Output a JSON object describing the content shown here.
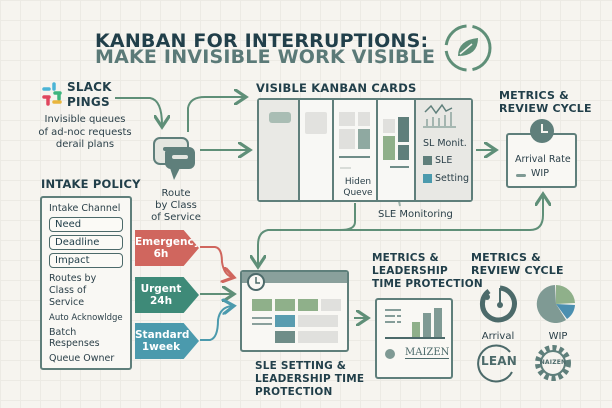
{
  "title": {
    "line1": "KANBAN FOR INTERRUPTIONS:",
    "line2": "MAKE INVISIBLE WORK VISIBLE"
  },
  "slack": {
    "title_line1": "SLACK",
    "title_line2": "PINGS",
    "desc": [
      "Invisible queues",
      "of ad-noc requests",
      "derail plans"
    ]
  },
  "route": {
    "lines": [
      "Route",
      "by Class",
      "of Service"
    ]
  },
  "kanban": {
    "title": "VISIBLE KANBAN CARDS",
    "hidden_queue": [
      "Hiden",
      "Queve"
    ],
    "sl_monit": "SL Monit.",
    "legend": [
      {
        "label": "SLE",
        "color": "#5f7f7b"
      },
      {
        "label": "Setting",
        "color": "#4b9aad"
      }
    ],
    "sle_monitoring": "SLE Monitoring"
  },
  "metrics_top": {
    "title_line1": "METRICS &",
    "title_line2": "REVIEW CYCLE",
    "arrival": "Arrival Rate",
    "wip": "WIP"
  },
  "intake": {
    "title": "INTAKE POLICY",
    "channel": "Intake Channel",
    "fields": [
      "Need",
      "Deadline",
      "Impact"
    ],
    "items": [
      "Routes by Class of Service",
      "Auto Acknowldge",
      "Batch Respenses",
      "Queue Owner"
    ]
  },
  "classes": [
    {
      "name": "Emergency",
      "sle": "6h",
      "color": "#d0665e"
    },
    {
      "name": "Urgent",
      "sle": "24h",
      "color": "#3e8a78"
    },
    {
      "name": "Standard",
      "sle": "1week",
      "color": "#4b9aad"
    }
  ],
  "sle_board": {
    "caption": [
      "SLE SETTING &",
      "LEADERSHIP TIME",
      "PROTECTION"
    ]
  },
  "leadership": {
    "title": [
      "METRICS &",
      "LEADERSHIP",
      "TIME PROTECTION"
    ],
    "logo_text": "MAIZEN"
  },
  "metrics_bottom": {
    "title_line1": "METRICS &",
    "title_line2": "REVIEW CYCLE",
    "arrival": "Arrival",
    "wip": "WIP",
    "lean": "LEAN",
    "naizen": "NAIZEN"
  },
  "colors": {
    "primary": "#213f4a",
    "accent": "#5f8f78",
    "muted": "#5f7f7b"
  }
}
